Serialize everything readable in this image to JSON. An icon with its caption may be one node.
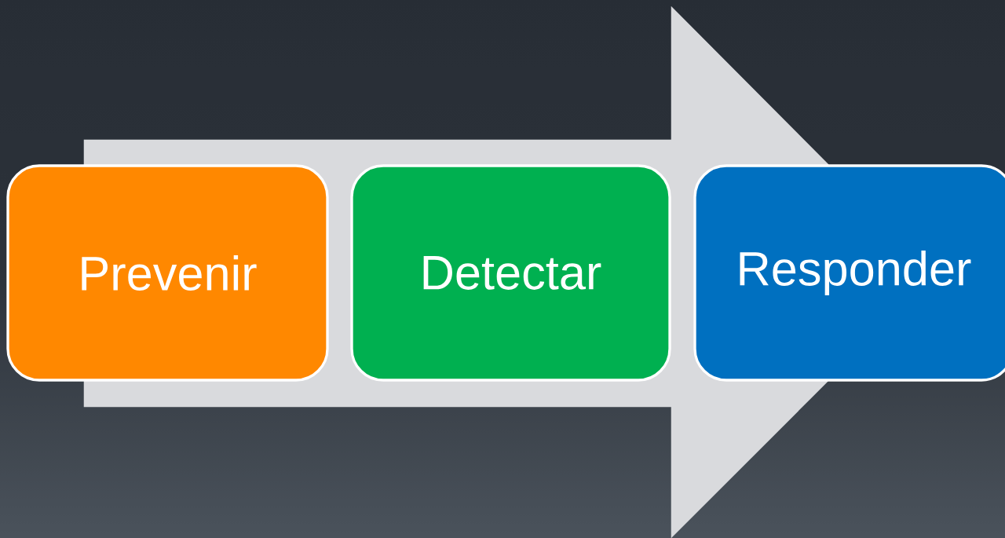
{
  "diagram": {
    "nodes": [
      {
        "text": [
          "Prevenir"
        ]
      },
      {
        "text": [
          "Detectar"
        ]
      },
      {
        "text": [
          "Responder"
        ]
      }
    ],
    "edges": [
      {
        "from": 0,
        "to": 2,
        "arrow": "to"
      }
    ]
  }
}
